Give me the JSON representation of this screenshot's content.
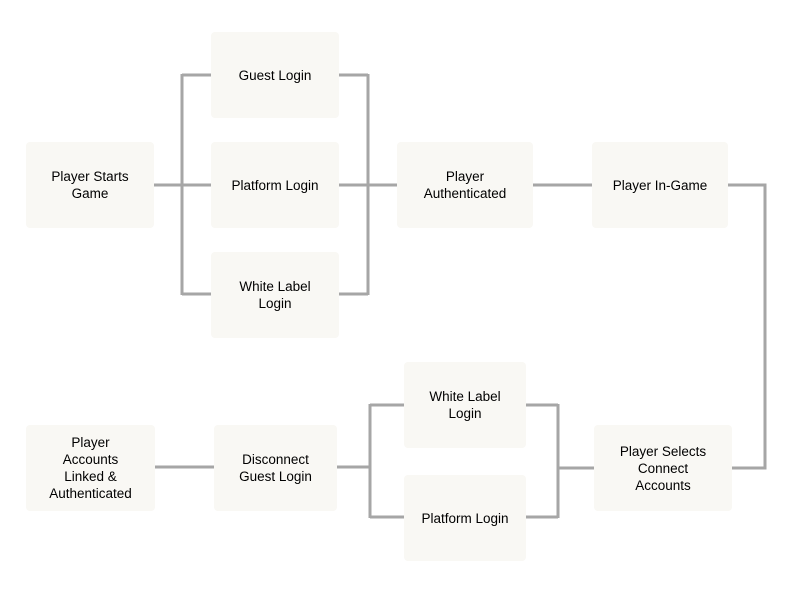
{
  "diagram": {
    "nodes": {
      "player_starts_game": "Player Starts\nGame",
      "guest_login": "Guest Login",
      "platform_login_top": "Platform Login",
      "white_label_login_top": "White Label\nLogin",
      "player_authenticated": "Player\nAuthenticated",
      "player_in_game": "Player In-Game",
      "player_selects_connect_accounts": "Player Selects\nConnect\nAccounts",
      "white_label_login_bottom": "White Label\nLogin",
      "platform_login_bottom": "Platform Login",
      "disconnect_guest_login": "Disconnect\nGuest Login",
      "player_accounts_linked": "Player\nAccounts\nLinked &\nAuthenticated"
    },
    "colors": {
      "node_fill": "#f9f8f4",
      "connector": "#a6a6a6",
      "text": "#000000"
    }
  }
}
